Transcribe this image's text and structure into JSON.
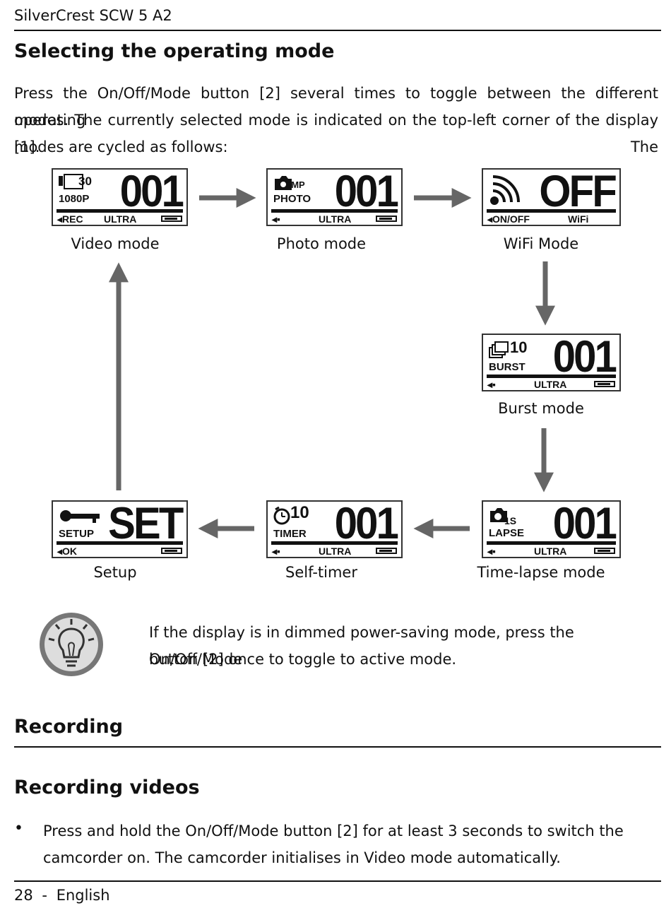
{
  "header": {
    "title": "SilverCrest SCW 5 A2"
  },
  "section1": {
    "heading": "Selecting the operating mode",
    "intro_line1": "Press the On/Off/Mode button [2] several times to toggle between the different operating",
    "intro_line2": "modes. The currently selected mode is indicated on the top-left corner of the display [1]. The",
    "intro_line3": "modes are cycled as follows:"
  },
  "modes": {
    "video": {
      "caption": "Video mode",
      "top_small": "30",
      "mode_text": "1080P",
      "value": "001",
      "left_label": "◂REC",
      "mid_label": "ULTRA"
    },
    "photo": {
      "caption": "Photo mode",
      "top_small": "5MP",
      "mode_text": "PHOTO",
      "value": "001",
      "mid_label": "ULTRA"
    },
    "wifi": {
      "caption": "WiFi Mode",
      "value": "OFF",
      "left_label": "◂ON/OFF",
      "mid_label": "WiFi"
    },
    "burst": {
      "caption": "Burst mode",
      "top_small": "10",
      "mode_text": "BURST",
      "value": "001",
      "mid_label": "ULTRA"
    },
    "timelapse": {
      "caption": "Time-lapse mode",
      "top_small": "1S",
      "mode_text": "LAPSE",
      "value": "001",
      "mid_label": "ULTRA"
    },
    "timer": {
      "caption": "Self-timer",
      "top_small": "10",
      "mode_text": "TIMER",
      "value": "001",
      "mid_label": "ULTRA"
    },
    "setup": {
      "caption": "Setup",
      "mode_text": "SETUP",
      "value": "SET",
      "left_label": "◂OK"
    }
  },
  "tip": {
    "icon": "lightbulb-icon",
    "line1": "If the display is in dimmed power-saving mode, press the On/Off/Mode",
    "line2": "button [2] once to toggle to active mode."
  },
  "section2": {
    "heading": "Recording"
  },
  "section3": {
    "heading": "Recording videos",
    "bullet_line1": "Press and hold the On/Off/Mode button [2] for at least 3 seconds to switch the",
    "bullet_line2": "camcorder on. The camcorder initialises in Video mode automatically."
  },
  "footer": {
    "page_number": "28",
    "separator": "-",
    "language": "English"
  }
}
